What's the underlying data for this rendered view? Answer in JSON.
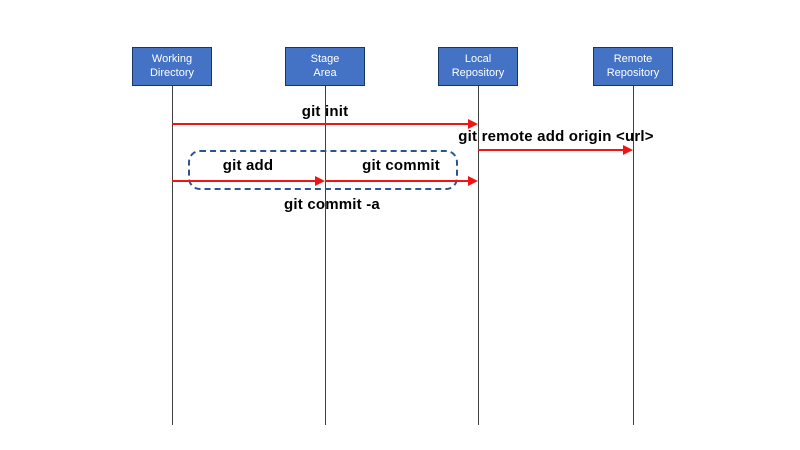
{
  "diagram": {
    "type": "sequence",
    "topic": "Git commands flow",
    "actors": [
      {
        "name": "Working Directory",
        "line1": "Working",
        "line2": "Directory"
      },
      {
        "name": "Stage Area",
        "line1": "Stage",
        "line2": "Area"
      },
      {
        "name": "Local Repository",
        "line1": "Local",
        "line2": "Repository"
      },
      {
        "name": "Remote Repository",
        "line1": "Remote",
        "line2": "Repository"
      }
    ],
    "messages": [
      {
        "label": "git init",
        "from": "Working Directory",
        "to": "Local Repository"
      },
      {
        "label": "git remote add origin <url>",
        "from": "Local Repository",
        "to": "Remote Repository"
      },
      {
        "label": "git add",
        "from": "Working Directory",
        "to": "Stage Area",
        "grouped": true
      },
      {
        "label": "git commit",
        "from": "Stage Area",
        "to": "Local Repository",
        "grouped": true
      },
      {
        "label": "git commit -a",
        "from": "Working Directory",
        "to": "Local Repository",
        "note": "label under dashed box grouping git add + git commit"
      }
    ],
    "colors": {
      "actor_fill": "#4472C4",
      "actor_border": "#17375E",
      "actor_text": "#FFFFFF",
      "arrow": "#F01414",
      "dashed_group_border": "#2E5395",
      "lifeline": "#404040",
      "message_text": "#000000",
      "background": "#FFFFFF"
    }
  }
}
